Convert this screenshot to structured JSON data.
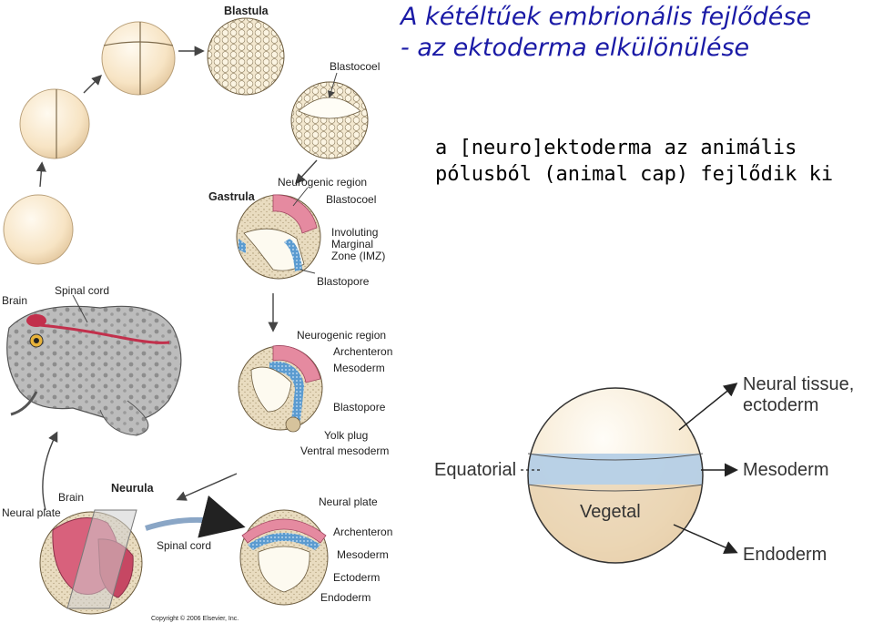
{
  "title_line1": "A kétéltűek embrionális fejlődése",
  "title_line2": "- az ektoderma elkülönülése",
  "subtitle_line1": "a [neuro]ektoderma az animális",
  "subtitle_line2": "pólusból (animal cap) fejlődik ki",
  "labels": {
    "blastula": "Blastula",
    "blastocoel_top": "Blastocoel",
    "gastrula": "Gastrula",
    "neurogenic_region_1": "Neurogenic region",
    "blastocoel_2": "Blastocoel",
    "involuting_1": "Involuting",
    "involuting_2": "Marginal",
    "involuting_3": "Zone (IMZ)",
    "blastopore_1": "Blastopore",
    "brain": "Brain",
    "spinal_cord": "Spinal cord",
    "neurogenic_region_2": "Neurogenic region",
    "archenteron_1": "Archenteron",
    "mesoderm_1": "Mesoderm",
    "blastopore_2": "Blastopore",
    "yolk_plug": "Yolk plug",
    "ventral_mesoderm": "Ventral mesoderm",
    "neurula": "Neurula",
    "brain_2": "Brain",
    "neural_plate_left": "Neural plate",
    "spinal_cord_2": "Spinal cord",
    "neural_plate_right": "Neural plate",
    "archenteron_2": "Archenteron",
    "mesoderm_2": "Mesoderm",
    "ectoderm": "Ectoderm",
    "endoderm": "Endoderm",
    "copyright": "Copyright © 2006 Elsevier, Inc."
  },
  "sphere": {
    "neural_1": "Neural tissue,",
    "neural_2": "ectoderm",
    "equatorial": "Equatorial",
    "mesoderm": "Mesoderm",
    "vegetal": "Vegetal",
    "endoderm": "Endoderm"
  }
}
